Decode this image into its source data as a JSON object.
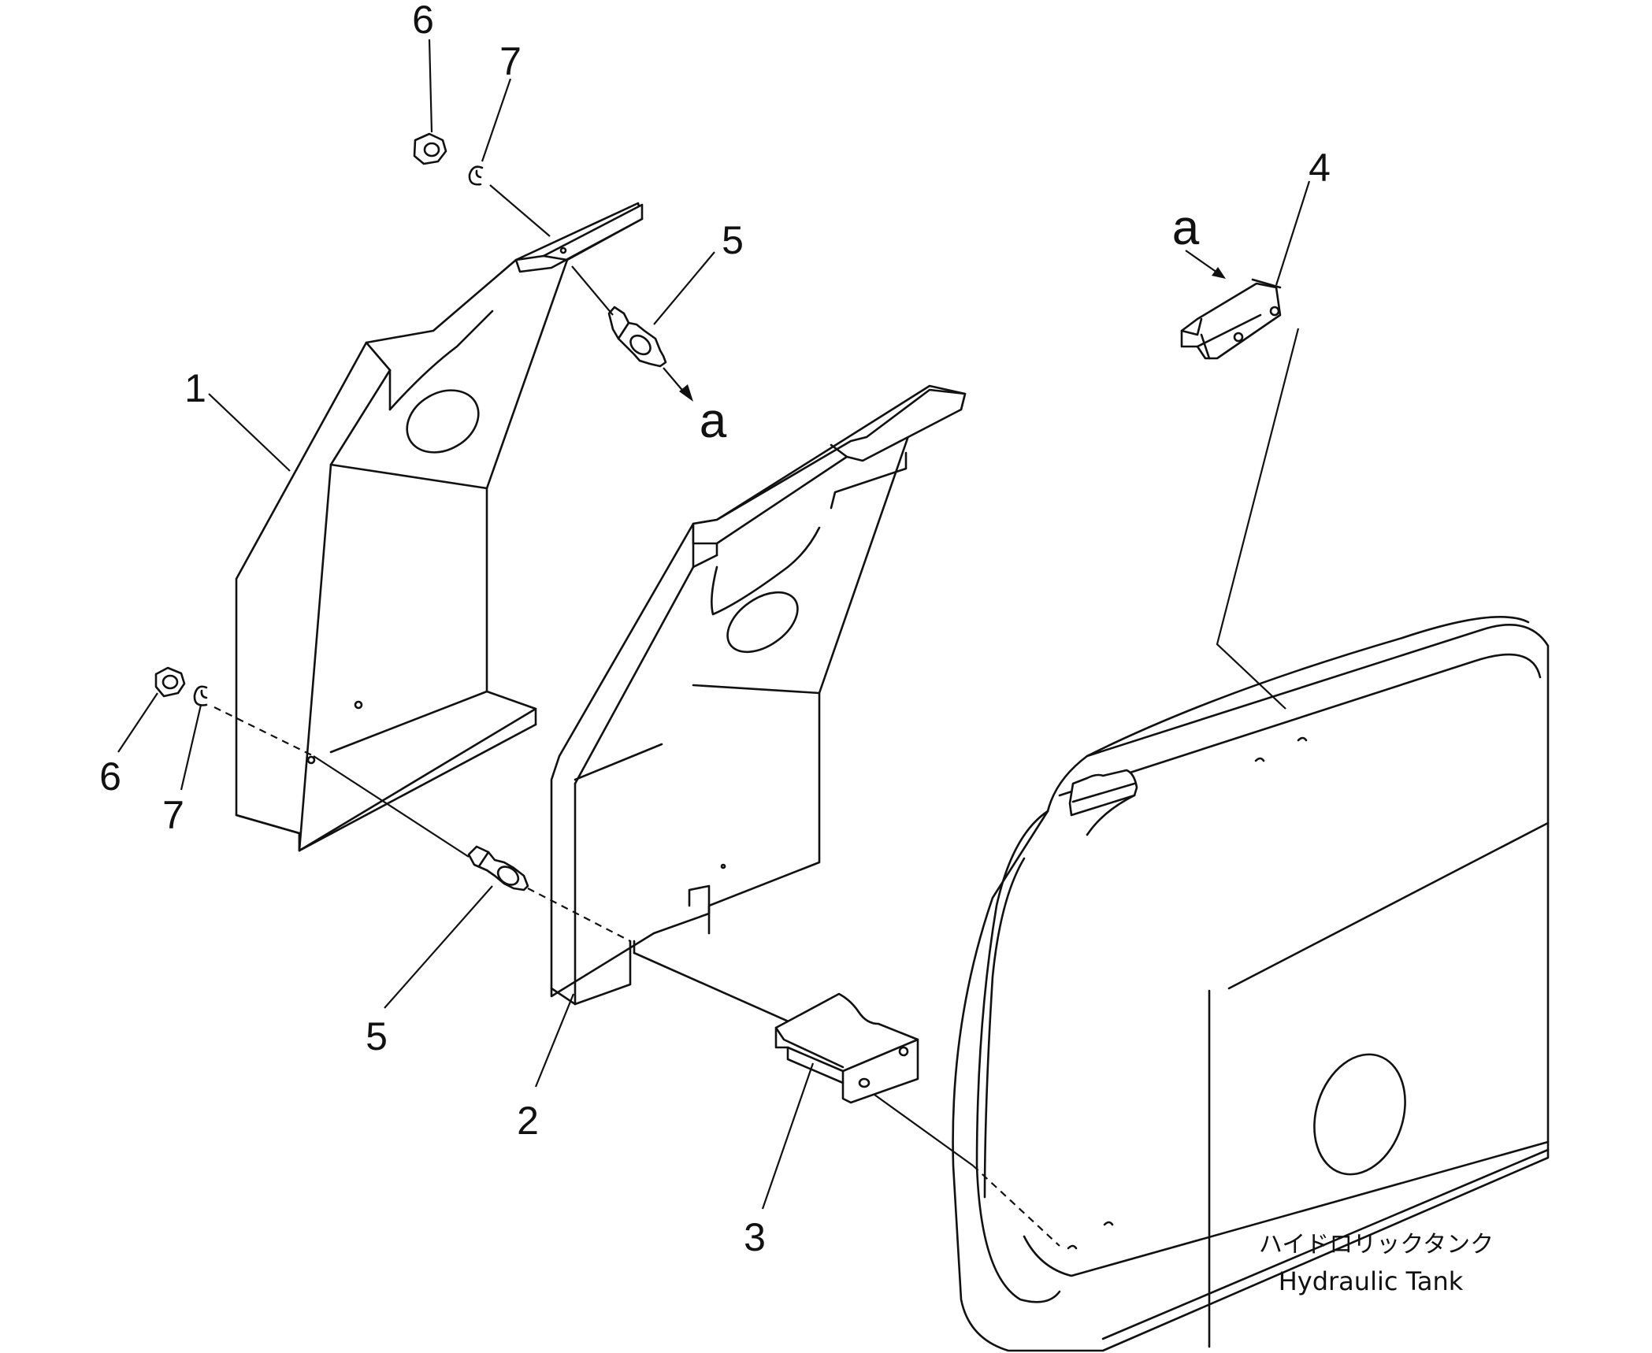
{
  "labels": {
    "part_1": "1",
    "part_2": "2",
    "part_3": "3",
    "part_4": "4",
    "part_5_top": "5",
    "part_5_bottom": "5",
    "part_6_top": "6",
    "part_6_bottom": "6",
    "part_7_top": "7",
    "part_7_bottom": "7",
    "ref_a_upper": "a",
    "ref_a_right": "a"
  },
  "tank": {
    "label_jp": "ハイドロリックタンク",
    "label_en": "Hydraulic Tank"
  }
}
